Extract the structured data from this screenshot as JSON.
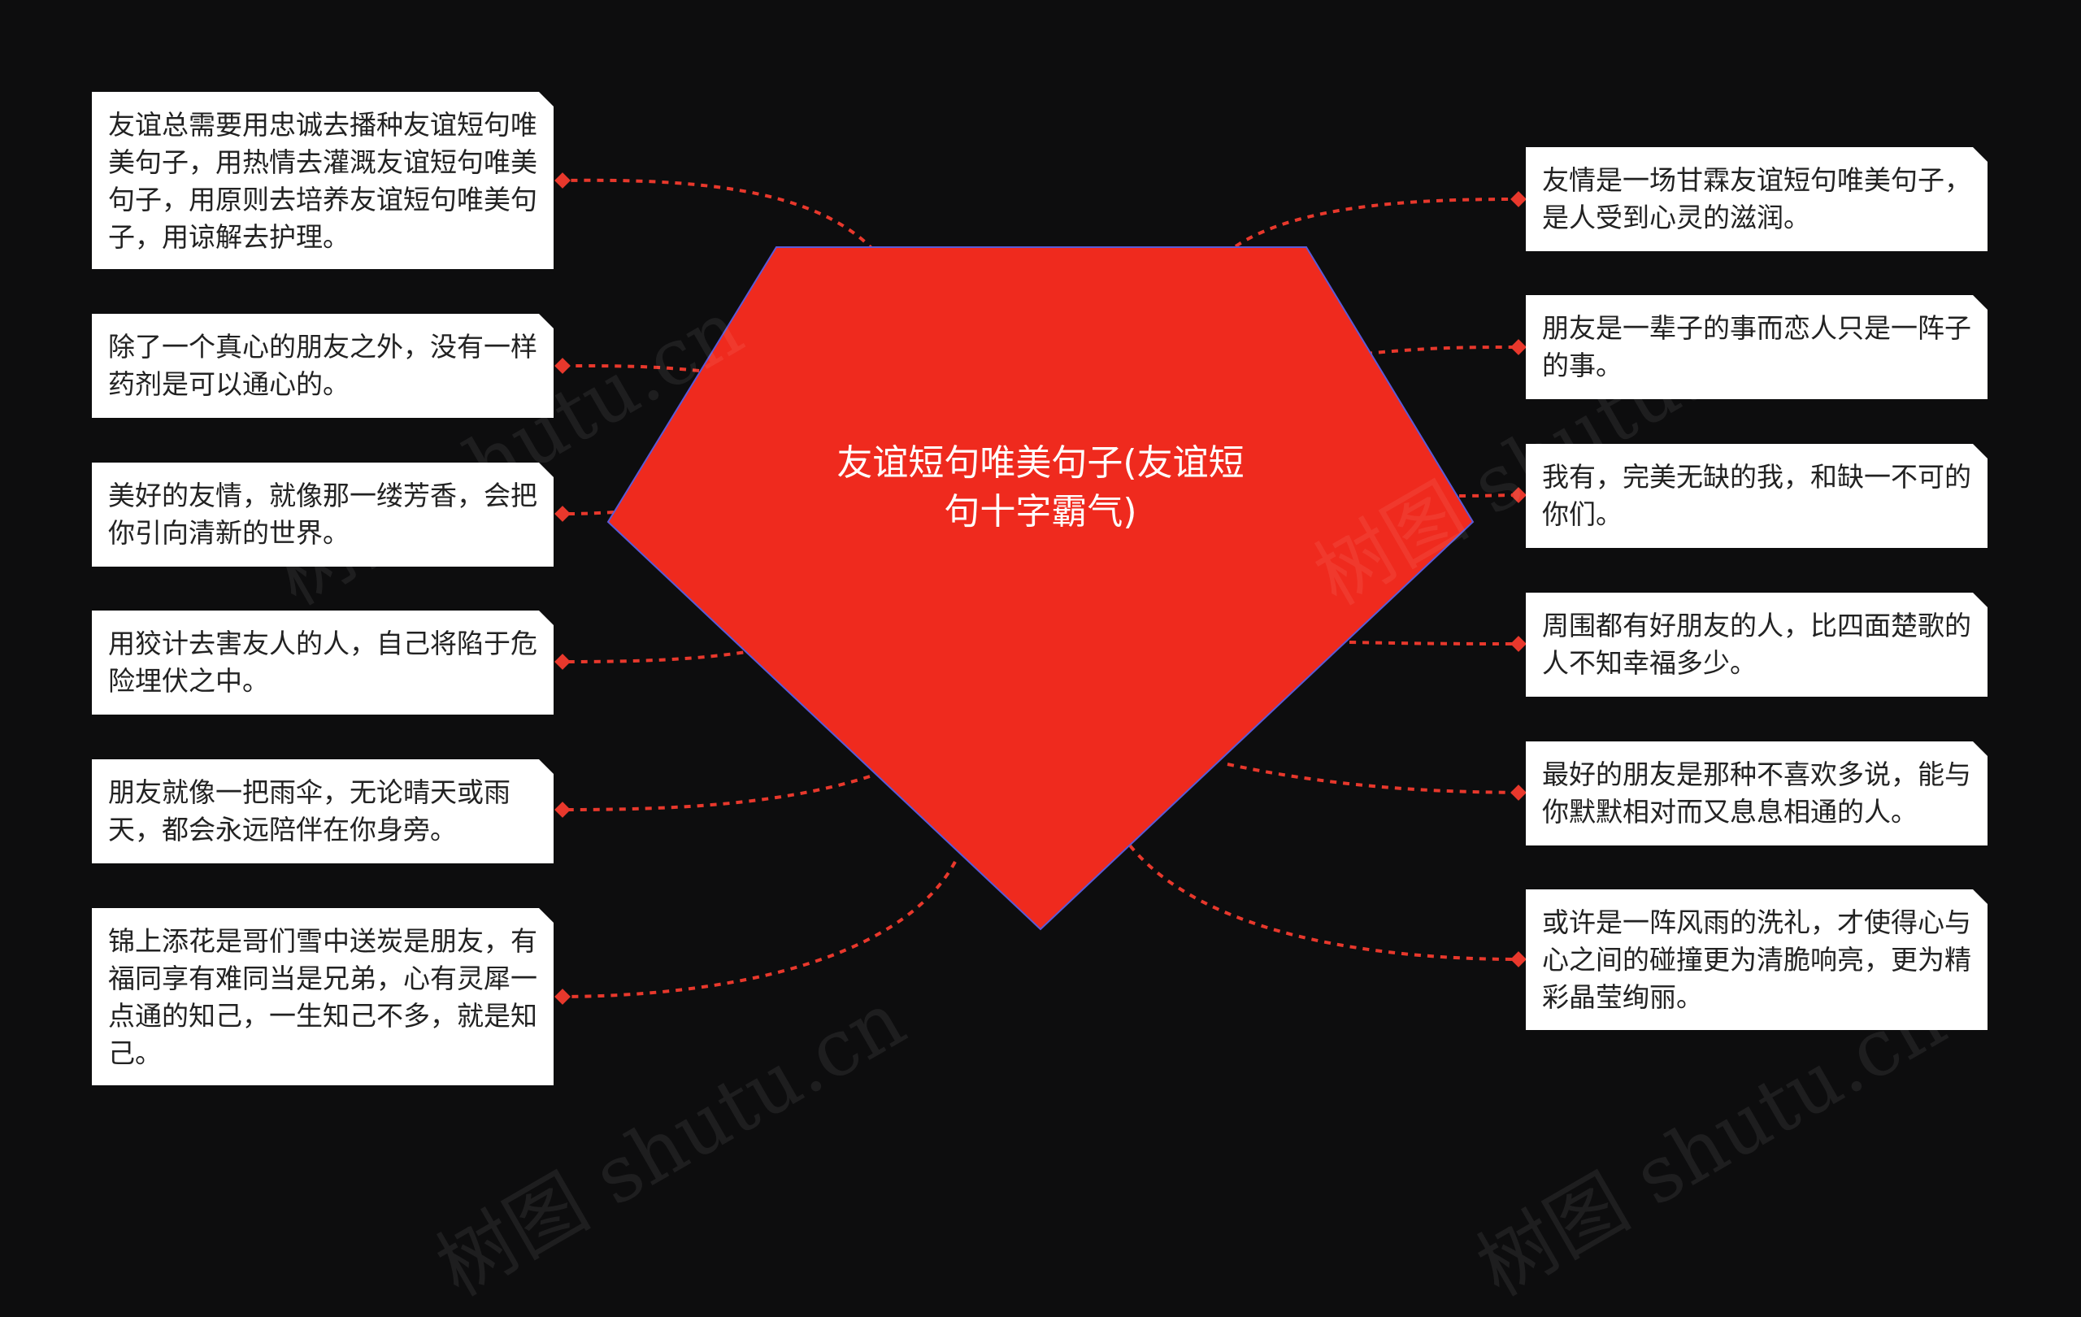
{
  "center": {
    "title": "友谊短句唯美句子(友谊短句十字霸气)"
  },
  "colors": {
    "background": "#0d0d0e",
    "center_fill": "#ef2a1e",
    "connector": "#e8382c",
    "node_fill": "#ffffff"
  },
  "left_nodes": [
    {
      "text": "友谊总需要用忠诚去播种友谊短句唯美句子，用热情去灌溉友谊短句唯美句子，用原则去培养友谊短句唯美句子，用谅解去护理。"
    },
    {
      "text": "除了一个真心的朋友之外，没有一样药剂是可以通心的。"
    },
    {
      "text": "美好的友情，就像那一缕芳香，会把你引向清新的世界。"
    },
    {
      "text": "用狡计去害友人的人，自己将陷于危险埋伏之中。"
    },
    {
      "text": "朋友就像一把雨伞，无论晴天或雨天，都会永远陪伴在你身旁。"
    },
    {
      "text": "锦上添花是哥们雪中送炭是朋友，有福同享有难同当是兄弟，心有灵犀一点通的知己，一生知己不多，就是知己。"
    }
  ],
  "right_nodes": [
    {
      "text": "友情是一场甘霖友谊短句唯美句子，是人受到心灵的滋润。"
    },
    {
      "text": "朋友是一辈子的事而恋人只是一阵子的事。"
    },
    {
      "text": "我有，完美无缺的我，和缺一不可的你们。"
    },
    {
      "text": "周围都有好朋友的人，比四面楚歌的人不知幸福多少。"
    },
    {
      "text": "最好的朋友是那种不喜欢多说，能与你默默相对而又息息相通的人。"
    },
    {
      "text": "或许是一阵风雨的洗礼，才使得心与心之间的碰撞更为清脆响亮，更为精彩晶莹绚丽。"
    }
  ],
  "watermark": {
    "text": "树图 shutu.cn"
  }
}
